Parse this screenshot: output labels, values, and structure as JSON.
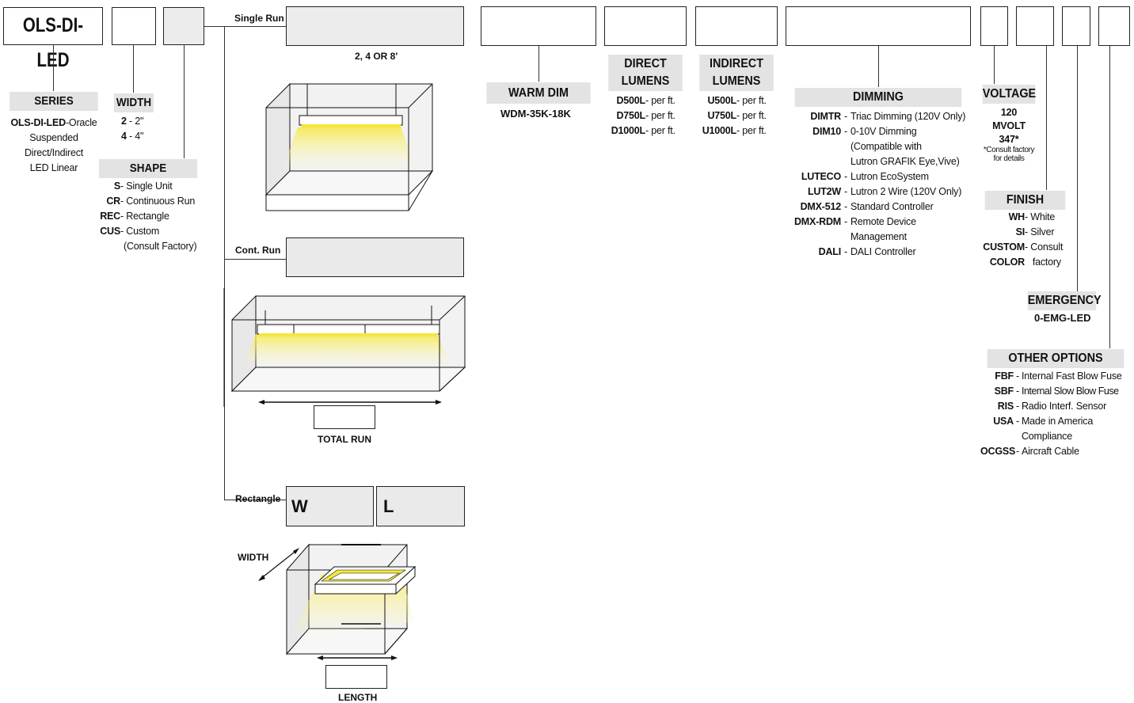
{
  "series": {
    "box_label": "OLS-DI-LED",
    "header": "SERIES",
    "desc_code": "OLS-DI-LED",
    "desc_lines": [
      "-Oracle",
      "Suspended",
      "Direct/Indirect",
      "LED Linear"
    ]
  },
  "width": {
    "header": "WIDTH",
    "options": [
      {
        "code": "2",
        "desc": " - 2\""
      },
      {
        "code": "4",
        "desc": " - 4\""
      }
    ]
  },
  "shape": {
    "header": "SHAPE",
    "options": [
      {
        "code": "S",
        "desc": " - Single Unit"
      },
      {
        "code": "CR",
        "desc": " - Continuous Run"
      },
      {
        "code": "REC",
        "desc": " - Rectangle"
      },
      {
        "code": "CUS",
        "desc": " - Custom"
      }
    ],
    "extra": "(Consult Factory)"
  },
  "runs": {
    "single": {
      "label": "Single Run",
      "note": "2, 4 OR 8'"
    },
    "cont": {
      "label": "Cont. Run",
      "total_run": "TOTAL RUN"
    },
    "rect": {
      "label": "Rectangle",
      "w": "W",
      "l": "L",
      "width_label": "WIDTH",
      "length_label": "LENGTH"
    }
  },
  "warm_dim": {
    "header": "WARM DIM",
    "code": "WDM-35K-18K"
  },
  "direct": {
    "header1": "DIRECT",
    "header2": "LUMENS",
    "options": [
      {
        "code": "D500L",
        "desc": " - per ft."
      },
      {
        "code": "D750L",
        "desc": " - per ft."
      },
      {
        "code": "D1000L",
        "desc": " - per ft."
      }
    ]
  },
  "indirect": {
    "header1": "INDIRECT",
    "header2": "LUMENS",
    "options": [
      {
        "code": "U500L",
        "desc": " - per ft."
      },
      {
        "code": "U750L",
        "desc": " - per ft."
      },
      {
        "code": "U1000L",
        "desc": " - per ft."
      }
    ]
  },
  "dimming": {
    "header": "DIMMING",
    "options": [
      {
        "code": "DIMTR",
        "desc": "Triac Dimming (120V Only)"
      },
      {
        "code": "DIM10",
        "desc": "0-10V Dimming"
      },
      {
        "code": "",
        "desc": "(Compatible with"
      },
      {
        "code": "",
        "desc": "Lutron GRAFIK Eye,Vive)"
      },
      {
        "code": "LUTECO",
        "desc": "Lutron EcoSystem"
      },
      {
        "code": "LUT2W",
        "desc": "Lutron 2 Wire (120V Only)"
      },
      {
        "code": "DMX-512",
        "desc": "Standard Controller"
      },
      {
        "code": "DMX-RDM",
        "desc": "Remote Device"
      },
      {
        "code": "",
        "desc": "Management"
      },
      {
        "code": "DALI",
        "desc": "DALI Controller"
      }
    ]
  },
  "voltage": {
    "header": "VOLTAGE",
    "options": [
      "120",
      "MVOLT",
      "347*"
    ],
    "note1": "*Consult factory",
    "note2": "for details"
  },
  "finish": {
    "header": "FINISH",
    "options": [
      {
        "code": "WH",
        "desc": " - White"
      },
      {
        "code": "SI",
        "desc": " - Silver"
      },
      {
        "code": "CUSTOM",
        "desc": " - Consult"
      },
      {
        "code": "COLOR",
        "desc": "   factory"
      }
    ]
  },
  "emergency": {
    "header": "EMERGENCY",
    "code": "0-EMG-LED"
  },
  "other": {
    "header": "OTHER OPTIONS",
    "options": [
      {
        "code": "FBF",
        "desc": "Internal Fast Blow Fuse"
      },
      {
        "code": "SBF",
        "desc": "Internal Slow Blow Fuse"
      },
      {
        "code": "RIS",
        "desc": "Radio Interf. Sensor"
      },
      {
        "code": "USA",
        "desc": "Made in America"
      },
      {
        "code": "",
        "desc": "Compliance"
      },
      {
        "code": "OCGSS",
        "desc": "Aircraft Cable"
      }
    ]
  }
}
